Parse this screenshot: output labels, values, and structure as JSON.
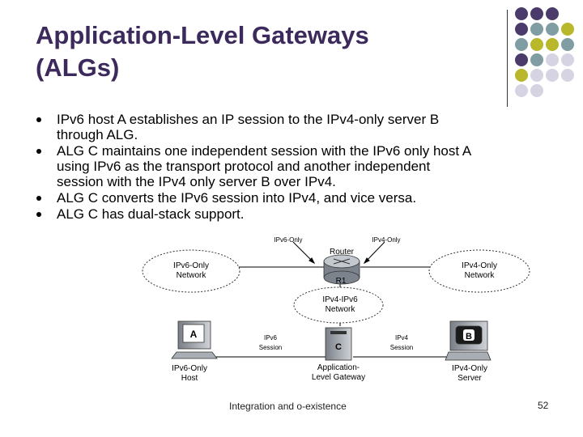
{
  "slide": {
    "title_line1": "Application-Level Gateways",
    "title_line2": "(ALGs)",
    "bullets": [
      {
        "lines": [
          "IPv6 host A establishes an IP session to the IPv4-only server B",
          "through ALG."
        ]
      },
      {
        "lines": [
          "ALG C maintains one independent session with the IPv6 only host A",
          "using IPv6 as the transport protocol and another independent",
          "session with the IPv4 only server B over IPv4."
        ]
      },
      {
        "lines": [
          "ALG C converts the IPv6 session into IPv4, and vice versa."
        ]
      },
      {
        "lines": [
          "ALG C has dual-stack support."
        ]
      }
    ],
    "footer": "Integration and o-existence",
    "page_number": "52"
  },
  "diagram": {
    "top_label_left": "IPv6-Only",
    "top_label_right": "IPv4-Only",
    "router_label": "Router",
    "router_name": "R1",
    "cloud_left": [
      "IPv6-Only",
      "Network"
    ],
    "cloud_right": [
      "IPv4-Only",
      "Network"
    ],
    "cloud_center": [
      "IPv4-IPv6",
      "Network"
    ],
    "host_letter": "A",
    "host_label": [
      "IPv6-Only",
      "Host"
    ],
    "gateway_letter": "C",
    "gateway_label": [
      "Application-",
      "Level Gateway"
    ],
    "server_letter": "B",
    "server_label": [
      "IPv4-Only",
      "Server"
    ],
    "session_left": [
      "IPv6",
      "Session"
    ],
    "session_right": [
      "IPv4",
      "Session"
    ]
  },
  "decor": {
    "dot_colors": {
      "purple": "#4b3b6b",
      "teal": "#7f9da3",
      "olive": "#b8b82a",
      "lavender": "#d6d3e3"
    },
    "dot_rows": [
      [
        "purple",
        "purple",
        "purple"
      ],
      [
        "purple",
        "teal",
        "teal",
        "olive"
      ],
      [
        "teal",
        "olive",
        "olive",
        "teal"
      ],
      [
        "purple",
        "teal",
        "lavender",
        "lavender"
      ],
      [
        "olive",
        "lavender",
        "lavender",
        "lavender"
      ],
      [
        "lavender",
        "lavender"
      ]
    ],
    "title_color": "#3c2a5c"
  }
}
